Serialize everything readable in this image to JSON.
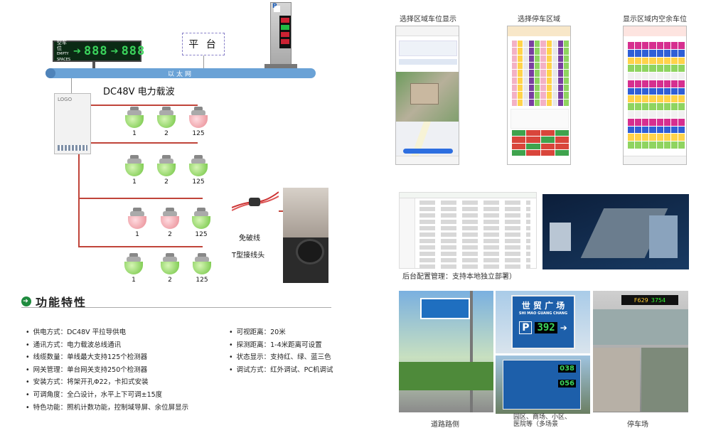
{
  "system": {
    "led_sign": {
      "label_top": "空车位",
      "label_bottom": "EMPTY SPACES",
      "value_a": "888",
      "value_b": "888"
    },
    "platform_label": "平 台",
    "bus_label": "以太网",
    "controller_logo": "LOGO",
    "power_carrier_title": "DC48V 电力载波",
    "column_sign_label": "P",
    "detector_rows": [
      {
        "labels": [
          "1",
          "2",
          "125"
        ],
        "colors": [
          "g",
          "g",
          "r"
        ]
      },
      {
        "labels": [
          "1",
          "2",
          "125"
        ],
        "colors": [
          "g",
          "g",
          "g"
        ]
      },
      {
        "labels": [
          "1",
          "2",
          "125"
        ],
        "colors": [
          "r",
          "r",
          "g"
        ]
      },
      {
        "labels": [
          "1",
          "2",
          "125"
        ],
        "colors": [
          "g",
          "g",
          "g"
        ]
      }
    ],
    "wire_caption_1": "免破线",
    "wire_caption_2": "T型接线头"
  },
  "features": {
    "title": "功能特性",
    "left": [
      "供电方式：DC48V 平拉导供电",
      "通讯方式：电力载波总线通讯",
      "线缆数量：单线最大支持125个检测器",
      "网关管理：单台网关支持250个检测器",
      "安装方式：将架开孔Φ22，卡扣式安装",
      "可调角度：全凸设计，水平上下可调±15度",
      "特色功能：照机计数功能，控制域导屏、余位屏显示"
    ],
    "right": [
      "可视距离：20米",
      "探测距离：1-4米距离可设置",
      "状态显示：支持红、绿、蓝三色",
      "调试方式：红外调试、PC机调试"
    ]
  },
  "right_panel": {
    "app_captions": [
      "选择区域车位显示",
      "选择停车区域",
      "显示区域内空余车位"
    ],
    "backend_caption": "后台配置管理：支持本地独立部署）",
    "photo_captions": [
      "道路路侧",
      "园区、商场、小区、\n医院等（多场景",
      "停车场"
    ],
    "street_sign_title": "世 贸 广 场",
    "street_sign_pinyin": "SHI MAO GUANG CHANG",
    "street_sign_count": "392",
    "sub_sign_values": [
      "038",
      "056"
    ],
    "garage_led_values": [
      "F629",
      "3754"
    ]
  }
}
